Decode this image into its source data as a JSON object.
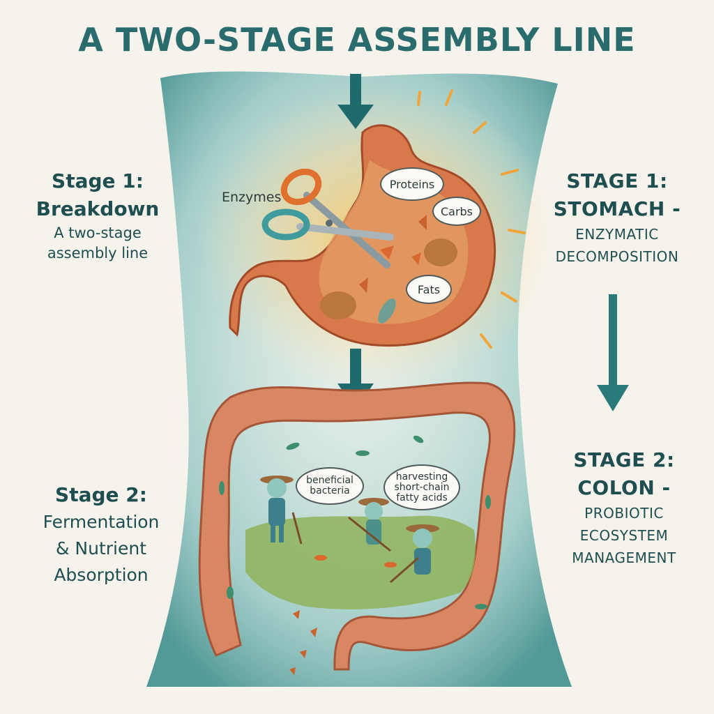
{
  "title": "A TWO-STAGE ASSEMBLY LINE",
  "left": {
    "stage1": {
      "heading": "Stage 1:",
      "heading2": "Breakdown",
      "sub1": "A two-stage",
      "sub2": "assembly line"
    },
    "stage2": {
      "heading": "Stage 2:",
      "line2": "Fermentation",
      "line3": "& Nutrient",
      "line4": "Absorption"
    }
  },
  "right": {
    "stage1": {
      "heading": "STAGE 1:",
      "line2": "STOMACH -",
      "line3": "ENZYMATIC",
      "line4": "DECOMPOSITION"
    },
    "stage2": {
      "heading": "STAGE 2:",
      "line2": "COLON -",
      "line3": "PROBIOTIC",
      "line4": "ECOSYSTEM",
      "line5": "MANAGEMENT"
    }
  },
  "labels": {
    "enzymes": "Enzymes",
    "proteins": "Proteins",
    "carbs": "Carbs",
    "fats": "Fats",
    "bacteria_1": "beneficial",
    "bacteria_2": "bacteria",
    "harvest_1": "harvesting",
    "harvest_2": "short-chain",
    "harvest_3": "fatty acids"
  },
  "colors": {
    "teal": "#2a6b6e",
    "body_wash": "#7fb8b5",
    "stomach": "#d97a4e",
    "colon": "#d88a66",
    "glow": "#f5b947"
  }
}
